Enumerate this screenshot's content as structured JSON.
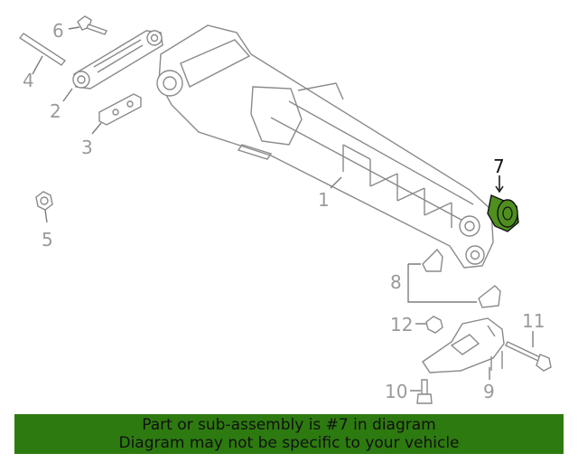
{
  "callouts": {
    "c1": "1",
    "c2": "2",
    "c3": "3",
    "c4": "4",
    "c5": "5",
    "c6": "6",
    "c7": "7",
    "c8": "8",
    "c9": "9",
    "c10": "10",
    "c11": "11",
    "c12": "12"
  },
  "highlight_color": "#4f8f1f",
  "banner": {
    "line1": "Part or sub-assembly is #7 in diagram",
    "line2": "Diagram may not be specific to your vehicle",
    "background": "#2d7a10"
  }
}
